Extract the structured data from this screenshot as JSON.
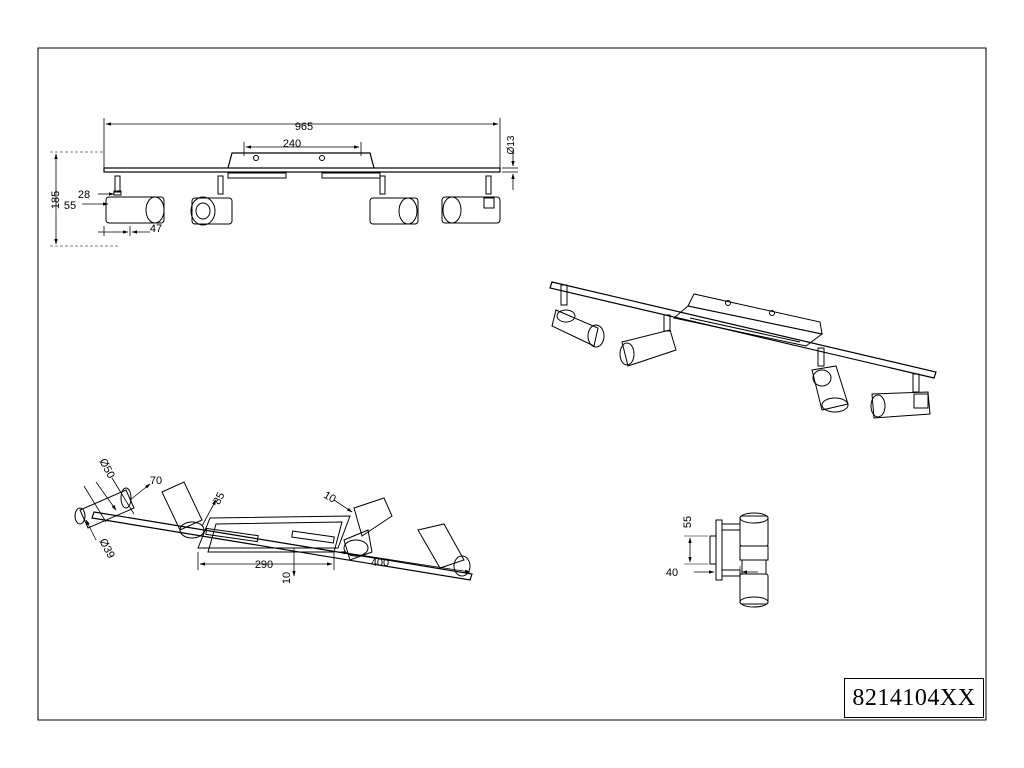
{
  "model_number": "8214104XX",
  "dimensions": {
    "total_length": "965",
    "canopy_length": "240",
    "bar_diameter": "Ø13",
    "total_height": "185",
    "stem_offset": "28",
    "stem_height": "55",
    "head_length": "47",
    "head_diameter": "Ø50",
    "head_depth": "70",
    "front_diameter": "Ø39",
    "arm_height": "85",
    "gap_a": "10",
    "frame_length": "290",
    "gap_b": "10",
    "arm_length": "400",
    "side_height": "55",
    "side_width": "40"
  }
}
